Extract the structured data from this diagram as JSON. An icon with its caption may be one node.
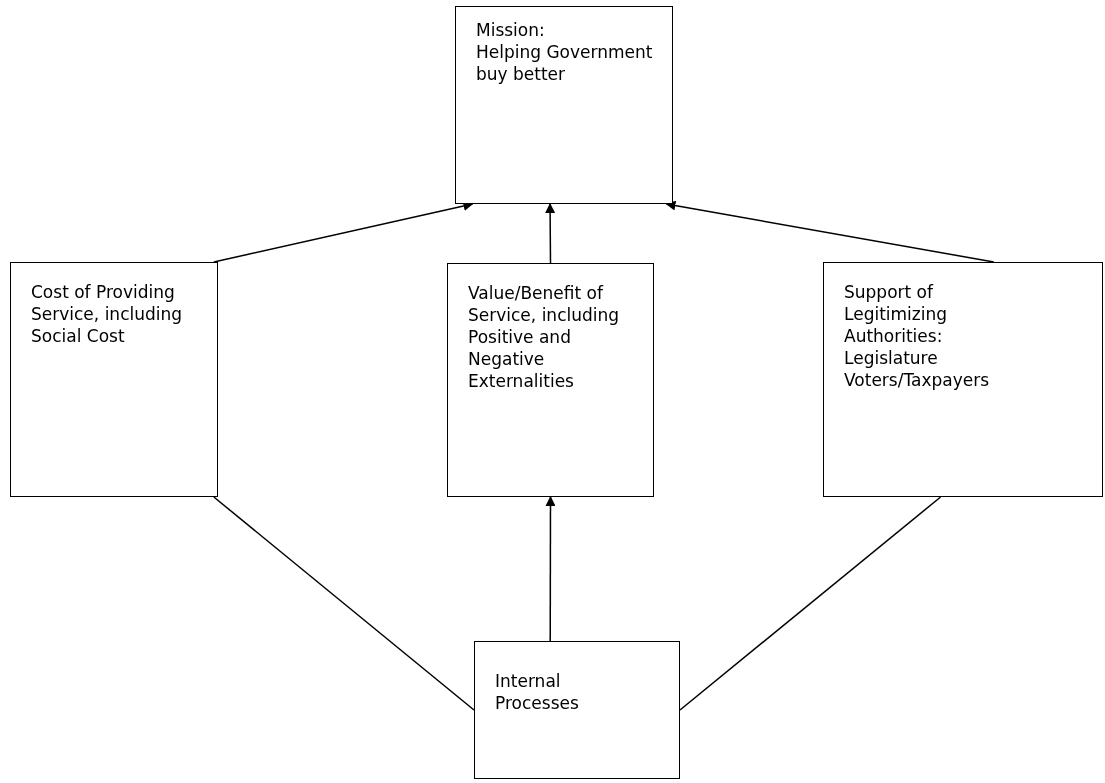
{
  "diagram": {
    "nodes": [
      {
        "text": [
          "Mission:",
          "Helping Government buy better"
        ]
      },
      {
        "text": [
          "Cost of Providing Service, including Social Cost"
        ]
      },
      {
        "text": [
          "Value/Benefit of Service, including Positive and Negative Externalities"
        ]
      },
      {
        "text": [
          "Support of Legitimizing Authorities:",
          "Legislature",
          "Voters/Taxpayers"
        ]
      },
      {
        "text": [
          "Internal Processes"
        ]
      }
    ],
    "edges": [
      {
        "from": 1,
        "to": 0,
        "arrow": "to"
      },
      {
        "from": 2,
        "to": 0,
        "arrow": "to"
      },
      {
        "from": 3,
        "to": 0,
        "arrow": "to"
      },
      {
        "from": 4,
        "to": 1,
        "arrow": "none"
      },
      {
        "from": 4,
        "to": 2,
        "arrow": "to"
      },
      {
        "from": 4,
        "to": 3,
        "arrow": "none"
      }
    ]
  }
}
